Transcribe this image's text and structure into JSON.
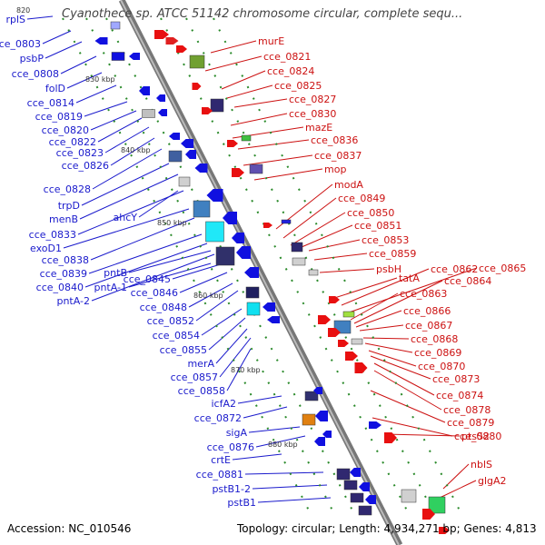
{
  "title": "Cyanothece sp. ATCC 51142 chromosome circular, complete sequ...",
  "footer": {
    "accession": "Accession: NC_010546",
    "topology": "Topology: circular; Length: 4,934,271 bp; Genes: 4,813"
  },
  "kbp_ticks": [
    "820",
    "830 kbp",
    "840 kbp",
    "850 kbp",
    "860 kbp",
    "870 kbp",
    "880 kbp"
  ],
  "left_labels": [
    "rplS",
    "cce_0803",
    "psbP",
    "cce_0808",
    "folD",
    "cce_0814",
    "cce_0819",
    "cce_0820",
    "cce_0822",
    "cce_0823",
    "cce_0826",
    "cce_0828",
    "trpD",
    "menB",
    "ahcY",
    "cce_0833",
    "exoD1",
    "cce_0838",
    "cce_0839",
    "cce_0840",
    "pntA-2",
    "pntB",
    "pntA-1",
    "cce_0845",
    "cce_0846",
    "cce_0848",
    "cce_0852",
    "cce_0854",
    "cce_0855",
    "merA",
    "cce_0857",
    "cce_0858",
    "icfA2",
    "cce_0872",
    "sigA",
    "cce_0876",
    "crtE",
    "cce_0881",
    "pstB1-2",
    "pstB1"
  ],
  "right_labels": [
    "murE",
    "cce_0821",
    "cce_0824",
    "cce_0825",
    "cce_0827",
    "cce_0830",
    "mazE",
    "cce_0836",
    "cce_0837",
    "mop",
    "modA",
    "cce_0849",
    "cce_0850",
    "cce_0851",
    "cce_0853",
    "cce_0859",
    "psbH",
    "tatA",
    "cce_0862",
    "cce_0865",
    "cce_0863",
    "cce_0864",
    "cce_0866",
    "cce_0867",
    "cce_0868",
    "cce_0869",
    "cce_0870",
    "cce_0873",
    "cce_0874",
    "cce_0878",
    "cce_0879",
    "cce_0880",
    "ptsS2",
    "nblS",
    "glgA2"
  ],
  "colors": {
    "left_label": "#1a1acc",
    "right_label": "#cc1111",
    "backbone": "#999999",
    "tick": "#2a8a2a"
  }
}
